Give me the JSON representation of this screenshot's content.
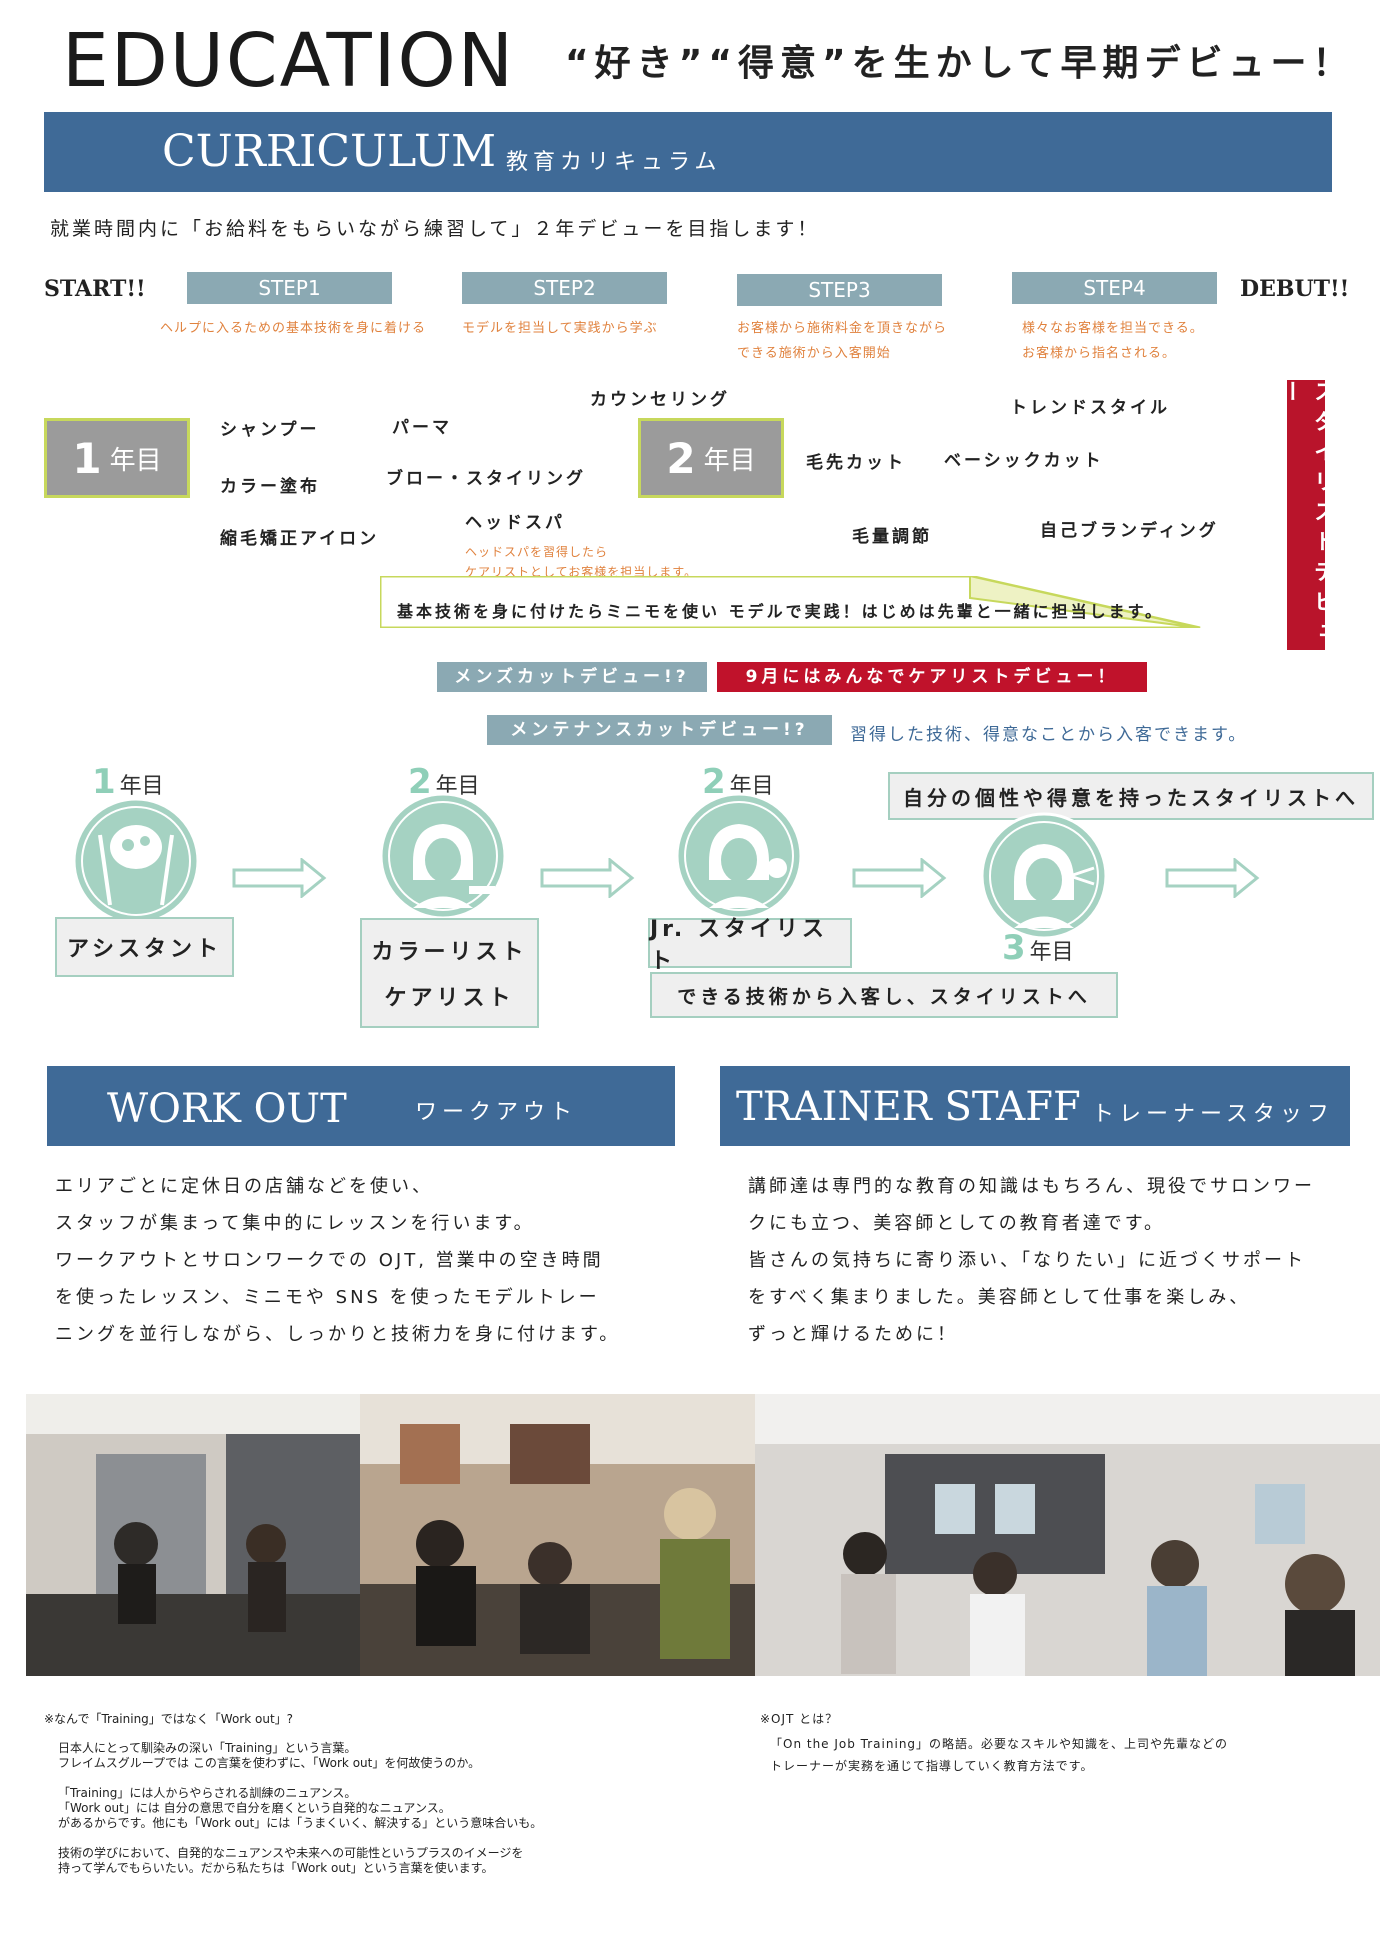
{
  "header": {
    "title": "EDUCATION",
    "tagline": "“好き”“得意”を生かして早期デビュー！"
  },
  "curriculum": {
    "en": "CURRICULUM",
    "jp": "教育カリキュラム",
    "intro": "就業時間内に「お給料をもらいながら練習して」２年デビューを目指します！",
    "start": "START!!",
    "debut": "DEBUT!!",
    "steps": [
      {
        "label": "STEP1",
        "desc1": "ヘルプに入るための基本技術を身に着ける",
        "desc2": ""
      },
      {
        "label": "STEP2",
        "desc1": "モデルを担当して実践から学ぶ",
        "desc2": ""
      },
      {
        "label": "STEP3",
        "desc1": "お客様から施術料金を頂きながら",
        "desc2": "できる施術から入客開始"
      },
      {
        "label": "STEP4",
        "desc1": "様々なお客様を担当できる。",
        "desc2": "お客様から指名される。"
      }
    ],
    "year1": {
      "num": "1",
      "unit": "年目"
    },
    "year2": {
      "num": "2",
      "unit": "年目"
    },
    "skills1": [
      "シャンプー",
      "パーマ",
      "カウンセリング",
      "カラー塗布",
      "ブロー・スタイリング",
      "ヘッドスパ",
      "縮毛矯正アイロン"
    ],
    "headspa_note1": "ヘッドスパを習得したら",
    "headspa_note2": "ケアリストとしてお客様を担当します。",
    "skills2": [
      "トレンドスタイル",
      "毛先カット",
      "ベーシックカット",
      "毛量調節",
      "自己ブランディング"
    ],
    "practice": "基本技術を身に付けたらミニモを使い モデルで実践！はじめは先輩と一緒に担当します。",
    "stylist_debut": "スタイリストデビュー",
    "tag_mens": "メンズカットデビュー!?",
    "tag_september": "9月にはみんなでケアリストデビュー！",
    "tag_maintenance": "メンテナンスカットデビュー!?",
    "note_entry": "習得した技術、得意なことから入客できます。"
  },
  "career": {
    "stage1": {
      "num": "1",
      "unit": "年目",
      "role": "アシスタント"
    },
    "stage2": {
      "num": "2",
      "unit": "年目",
      "role1": "カラーリスト",
      "role2": "ケアリスト"
    },
    "stage3": {
      "num": "2",
      "unit": "年目",
      "role": "Jr. スタイリスト",
      "note": "できる技術から入客し、スタイリストへ"
    },
    "stage4": {
      "num": "3",
      "unit": "年目",
      "note": "自分の個性や得意を持ったスタイリストへ"
    }
  },
  "workout": {
    "en": "WORK OUT",
    "jp": "ワークアウト",
    "lines": [
      "エリアごとに定休日の店舗などを使い、",
      "スタッフが集まって集中的にレッスンを行います。",
      "ワークアウトとサロンワークでの OJT, 営業中の空き時間",
      "を使ったレッスン、ミニモや SNS を使ったモデルトレー",
      "ニングを並行しながら、しっかりと技術力を身に付けます。"
    ]
  },
  "trainer": {
    "en": "TRAINER STAFF",
    "jp": "トレーナースタッフ",
    "lines": [
      "講師達は専門的な教育の知識はもちろん、現役でサロンワー",
      "クにも立つ、美容師としての教育者達です。",
      "皆さんの気持ちに寄り添い、「なりたい」に近づくサポート",
      "をすべく集まりました。美容師として仕事を楽しみ、",
      "ずっと輝けるために！"
    ]
  },
  "footnote_training": {
    "heading": "※なんで「Training」ではなく「Work out」?",
    "lines": [
      "日本人にとって馴染みの深い「Training」という言葉。",
      "フレイムスグループでは この言葉を使わずに、「Work out」を何故使うのか。",
      "",
      "「Training」には人からやらされる訓練のニュアンス。",
      "「Work out」には 自分の意思で自分を磨くという自発的なニュアンス。",
      "があるからです。他にも「Work out」には「うまくいく、解決する」という意味合いも。",
      "",
      "技術の学びにおいて、自発的なニュアンスや未来への可能性というプラスのイメージを",
      "持って学んでもらいたい。だから私たちは「Work out」という言葉を使います。"
    ]
  },
  "footnote_ojt": {
    "heading": "※OJT とは？",
    "lines": [
      "「On the Job Training」の略語。必要なスキルや知識を、上司や先輩などの",
      "トレーナーが実務を通じて指導していく教育方法です。"
    ]
  }
}
